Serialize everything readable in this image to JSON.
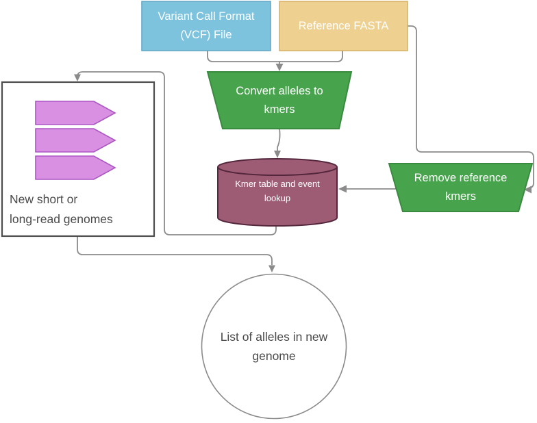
{
  "diagram": {
    "type": "flowchart",
    "nodes": {
      "vcf": {
        "label": "Variant Call Format\n(VCF) File",
        "shape": "rectangle"
      },
      "fasta": {
        "label": "Reference FASTA",
        "shape": "rectangle"
      },
      "convert": {
        "label": "Convert alleles to\nkmers",
        "shape": "trapezoid"
      },
      "kmer_table": {
        "label": "Kmer table and event\nlookup",
        "shape": "cylinder"
      },
      "remove_ref": {
        "label": "Remove reference\nkmers",
        "shape": "trapezoid"
      },
      "genomes": {
        "label": "New short or\nlong-read genomes",
        "shape": "rectangle",
        "icon": "three-right-read-arrows",
        "icon_count": 3
      },
      "output": {
        "label": "List of alleles in new\ngenome",
        "shape": "circle"
      }
    },
    "edges": [
      {
        "from": "vcf",
        "to": "convert"
      },
      {
        "from": "fasta",
        "to": "convert"
      },
      {
        "from": "convert",
        "to": "kmer_table"
      },
      {
        "from": "fasta",
        "to": "remove_ref"
      },
      {
        "from": "remove_ref",
        "to": "kmer_table"
      },
      {
        "from": "kmer_table",
        "to": "genomes"
      },
      {
        "from": "genomes",
        "to": "output"
      }
    ]
  },
  "colors": {
    "blue_fill": "#7ec3de",
    "blue_stroke": "#66a9c6",
    "tan_fill": "#eed190",
    "tan_stroke": "#d8b367",
    "green_fill": "#47a44c",
    "green_stroke": "#3a8a40",
    "plum_fill": "#9d5c74",
    "plum_stroke": "#54273c",
    "purple_fill": "#d98fe2",
    "purple_stroke": "#aa55c3",
    "box_stroke": "#4d4d4d",
    "line": "#8b8b8b",
    "text_light": "#ffffff",
    "text_dark": "#4a4a4a"
  }
}
